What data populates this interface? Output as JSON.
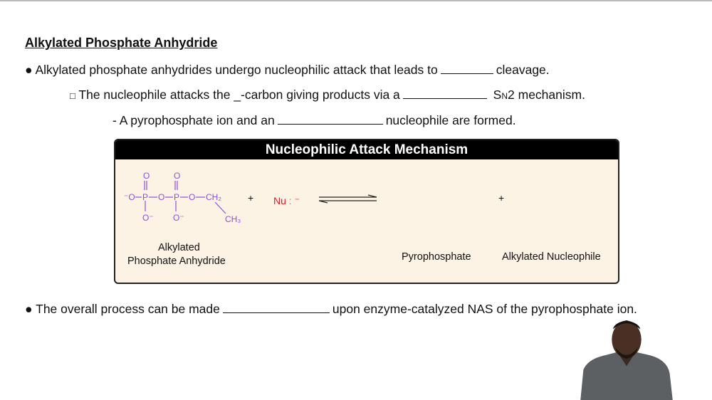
{
  "slide": {
    "title": "Alkylated Phosphate Anhydride",
    "bullet1": {
      "bullet": "●",
      "pre": "Alkylated phosphate anhydrides undergo nucleophilic attack that leads to",
      "post": "cleavage."
    },
    "sub1": {
      "bullet": "□",
      "pre": "The nucleophile attacks the _-carbon giving products via a",
      "post_s": "S",
      "post_n": "N",
      "post": "2 mechanism."
    },
    "sub2": {
      "pre": "- A pyrophosphate ion and an",
      "post": "nucleophile are formed."
    },
    "bullet2": {
      "bullet": "●",
      "pre": "The overall process can be made",
      "post": "upon enzyme-catalyzed NAS of the pyrophosphate ion."
    }
  },
  "mechanism": {
    "title": "Nucleophilic Attack Mechanism",
    "plus": "+",
    "nucleophile": "Nu",
    "reactant_label_1": "Alkylated",
    "reactant_label_2": "Phosphate Anhydride",
    "product1_label": "Pyrophosphate",
    "product2_label": "Alkylated Nucleophile",
    "colors": {
      "molecule": "#8a4fd8",
      "nucleophile": "#e0182a",
      "panel": "#fdf3e4",
      "header": "#000000"
    }
  }
}
